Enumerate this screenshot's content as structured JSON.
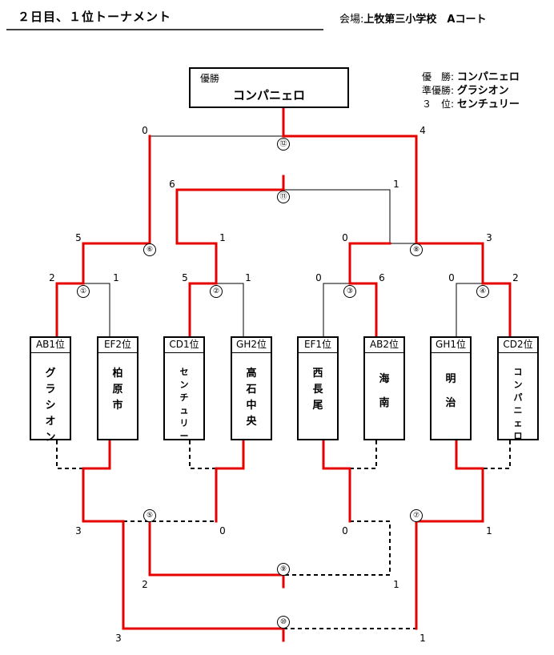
{
  "title": "２日目、１位トーナメント",
  "venue": {
    "label": "会場:",
    "value": "上牧第三小学校　Aコート"
  },
  "results": [
    {
      "label": "優　勝:",
      "value": "コンパニェロ"
    },
    {
      "label": "準優勝:",
      "value": "グラシオン"
    },
    {
      "label": "３　位:",
      "value": "センチュリー"
    }
  ],
  "champion_box": {
    "label": "優勝",
    "name": "コンパニェロ"
  },
  "teams": [
    {
      "seed": "AB1位",
      "name": "グラシオン"
    },
    {
      "seed": "EF2位",
      "name": "柏原市"
    },
    {
      "seed": "CD1位",
      "name": "センチュリー"
    },
    {
      "seed": "GH2位",
      "name": "高石中央"
    },
    {
      "seed": "EF1位",
      "name": "西長尾"
    },
    {
      "seed": "AB2位",
      "name": "海南"
    },
    {
      "seed": "GH1位",
      "name": "明治"
    },
    {
      "seed": "CD2位",
      "name": "コンパニェロ"
    }
  ],
  "matches": {
    "m1": {
      "num": "①",
      "left": "2",
      "right": "1"
    },
    "m2": {
      "num": "②",
      "left": "5",
      "right": "1"
    },
    "m3": {
      "num": "③",
      "left": "0",
      "right": "6"
    },
    "m4": {
      "num": "④",
      "left": "0",
      "right": "2"
    },
    "m6": {
      "num": "⑥",
      "left": "5",
      "right": "1"
    },
    "m8": {
      "num": "⑧",
      "left": "0",
      "right": "3"
    },
    "m11": {
      "num": "⑪",
      "left": "6",
      "right": "1"
    },
    "m12": {
      "num": "⑫",
      "left": "0",
      "right": "4"
    },
    "m5": {
      "num": "⑤",
      "left": "3",
      "right": "0"
    },
    "m7": {
      "num": "⑦",
      "left": "0",
      "right": "1"
    },
    "m9": {
      "num": "⑨",
      "left": "2",
      "right": "1"
    },
    "m10": {
      "num": "⑩",
      "left": "3",
      "right": "1"
    }
  },
  "colors": {
    "winner_line": "#e60000",
    "line": "#000000"
  }
}
